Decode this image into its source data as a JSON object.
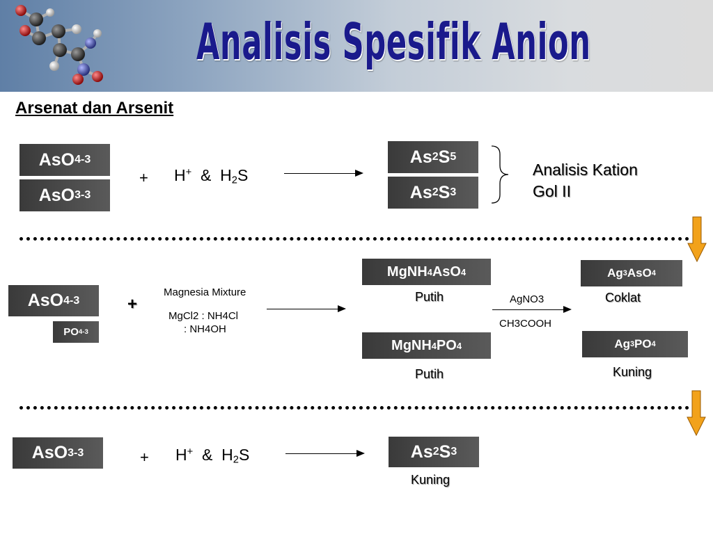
{
  "header": {
    "title": "Analisis Spesifik Anion"
  },
  "subtitle": "Arsenat dan Arsenit",
  "row1": {
    "box_aso4": {
      "main": "AsO",
      "sub": "4",
      "sup": "-3"
    },
    "box_aso3": {
      "main": "AsO",
      "sub": "3",
      "sup": "-3"
    },
    "plus": "+",
    "reagent": {
      "h": "H",
      "h_sup": "+",
      "amp": "&",
      "h2": "H",
      "h2_sub": "2",
      "s": "S"
    },
    "product1": {
      "a": "As",
      "a_sub": "2",
      "b": "S",
      "b_sub": "5"
    },
    "product2": {
      "a": "As",
      "a_sub": "2",
      "b": "S",
      "b_sub": "3"
    },
    "note_line1": "Analisis Kation",
    "note_line2": "Gol II"
  },
  "row2": {
    "box_aso4": {
      "main": "AsO",
      "sub": "4",
      "sup": "-3"
    },
    "box_po4": {
      "main": "PO",
      "sub": "4",
      "sup": "-3"
    },
    "plus": "+",
    "reagent_title": "Magnesia Mixture",
    "reagent_line1": "MgCl2 : NH4Cl",
    "reagent_line2": ": NH4OH",
    "product1": {
      "a": "MgNH",
      "a_sub": "4",
      "b": "AsO",
      "b_sub": "4"
    },
    "product1_color": "Putih",
    "product2": {
      "a": "MgNH",
      "a_sub": "4",
      "b": "PO",
      "b_sub": "4"
    },
    "product2_color": "Putih",
    "reagent2_top": "AgNO3",
    "reagent2_bottom": "CH3COOH",
    "final1": {
      "a": "Ag",
      "a_sub": "3",
      "b": "AsO",
      "b_sub": "4"
    },
    "final1_color": "Coklat",
    "final2": {
      "a": "Ag",
      "a_sub": "3",
      "b": "PO",
      "b_sub": "4"
    },
    "final2_color": "Kuning"
  },
  "row3": {
    "box_aso3": {
      "main": "AsO",
      "sub": "3",
      "sup": "-3"
    },
    "plus": "+",
    "reagent": {
      "h": "H",
      "h_sup": "+",
      "amp": "&",
      "h2": "H",
      "h2_sub": "2",
      "s": "S"
    },
    "product": {
      "a": "As",
      "a_sub": "2",
      "b": "S",
      "b_sub": "3"
    },
    "product_color": "Kuning"
  },
  "colors": {
    "title": "#1a1a8c",
    "box": "#4a4a4a",
    "arrow_fill": "#f2a21b",
    "arrow_stroke": "#9a5a00"
  }
}
